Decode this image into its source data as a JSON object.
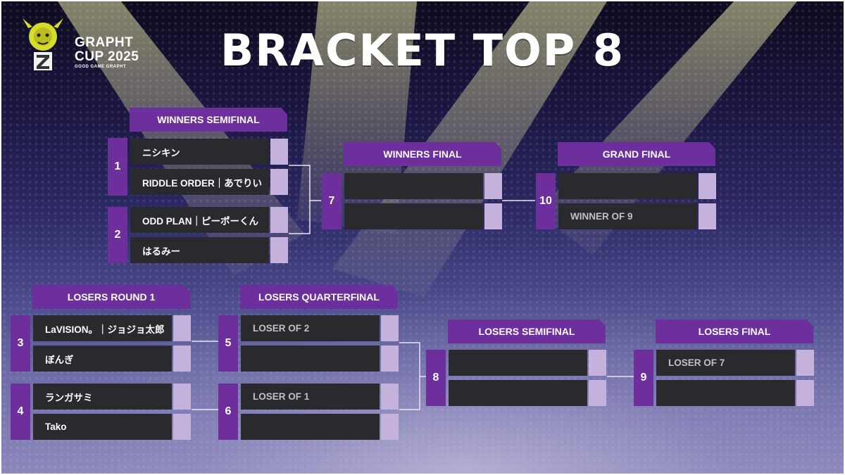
{
  "logo": {
    "line1": "GRAPHT",
    "line2": "CUP 2025",
    "tagline": "GOOD GAME GRAPHT"
  },
  "title": "BRACKET TOP 8",
  "colors": {
    "header": "#6d2f9c",
    "slot": "#2a2a2e",
    "score": "#c4b2dc",
    "text": "#ffffff"
  },
  "headers": {
    "winners_semifinal": "WINNERS SEMIFINAL",
    "winners_final": "WINNERS FINAL",
    "grand_final": "GRAND FINAL",
    "losers_round1": "LOSERS ROUND 1",
    "losers_quarterfinal": "LOSERS QUARTERFINAL",
    "losers_semifinal": "LOSERS SEMIFINAL",
    "losers_final": "LOSERS FINAL"
  },
  "matches": {
    "m1": {
      "number": "1",
      "top": "ニシキン",
      "bottom": "RIDDLE ORDER｜あでりい"
    },
    "m2": {
      "number": "2",
      "top": "ODD PLAN｜ピーポーくん",
      "bottom": "はるみー"
    },
    "m3": {
      "number": "3",
      "top": "LaVISION。｜ジョジョ太郎",
      "bottom": "ぼんぎ"
    },
    "m4": {
      "number": "4",
      "top": "ランガサミ",
      "bottom": "Tako"
    },
    "m5": {
      "number": "5",
      "top": "LOSER OF 2",
      "bottom": ""
    },
    "m6": {
      "number": "6",
      "top": "LOSER OF 1",
      "bottom": ""
    },
    "m7": {
      "number": "7",
      "top": "",
      "bottom": ""
    },
    "m8": {
      "number": "8",
      "top": "",
      "bottom": ""
    },
    "m9": {
      "number": "9",
      "top": "LOSER OF 7",
      "bottom": ""
    },
    "m10": {
      "number": "10",
      "top": "",
      "bottom": "WINNER OF 9"
    }
  }
}
